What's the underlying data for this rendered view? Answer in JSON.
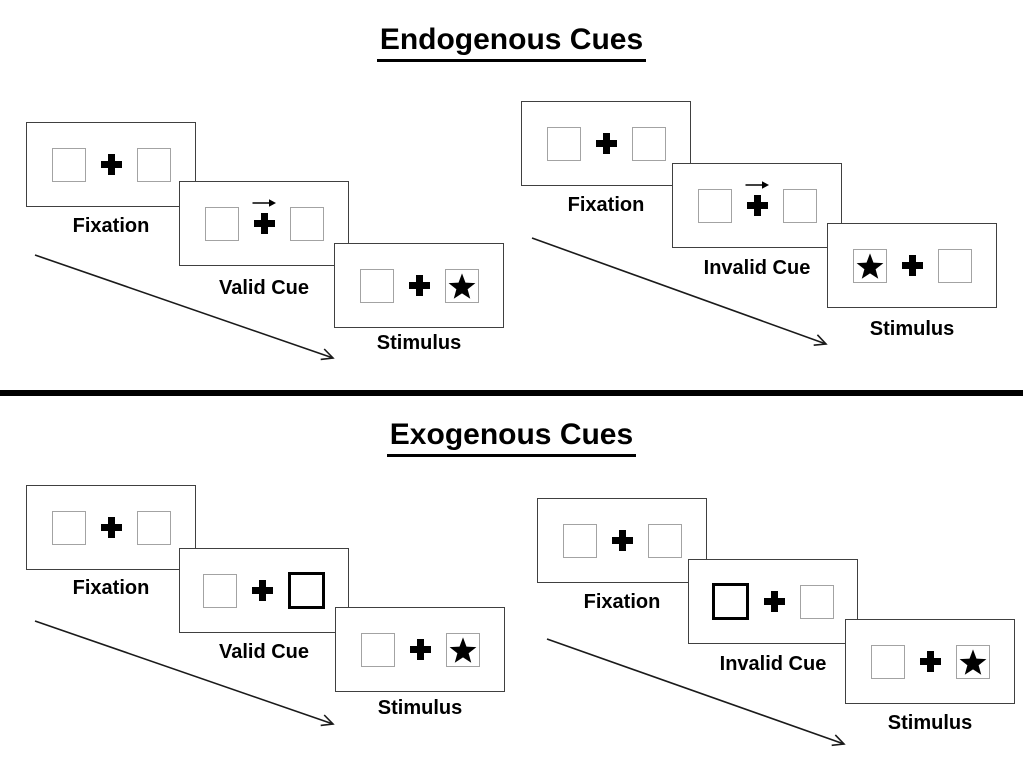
{
  "page": {
    "background": "#ffffff"
  },
  "colors": {
    "ink": "#000000",
    "panel_border": "#404040",
    "placeholder_box_border": "#a3a3a3",
    "divider": "#000000"
  },
  "sections": [
    {
      "title": "Endogenous Cues",
      "trials": [
        {
          "name": "valid",
          "panels": [
            {
              "label": "Fixation",
              "left_box": "empty",
              "center": "plus",
              "right_box": "empty"
            },
            {
              "label": "Valid Cue",
              "left_box": "empty",
              "center": "plus-with-right-arrow-above",
              "right_box": "empty"
            },
            {
              "label": "Stimulus",
              "left_box": "empty",
              "center": "plus",
              "right_box": "star"
            }
          ]
        },
        {
          "name": "invalid",
          "panels": [
            {
              "label": "Fixation",
              "left_box": "empty",
              "center": "plus",
              "right_box": "empty"
            },
            {
              "label": "Invalid Cue",
              "left_box": "empty",
              "center": "plus-with-right-arrow-above",
              "right_box": "empty"
            },
            {
              "label": "Stimulus",
              "left_box": "star",
              "center": "plus",
              "right_box": "empty"
            }
          ]
        }
      ]
    },
    {
      "title": "Exogenous Cues",
      "trials": [
        {
          "name": "valid",
          "panels": [
            {
              "label": "Fixation",
              "left_box": "empty",
              "center": "plus",
              "right_box": "empty"
            },
            {
              "label": "Valid Cue",
              "left_box": "empty",
              "center": "plus",
              "right_box": "thick-outline-box"
            },
            {
              "label": "Stimulus",
              "left_box": "empty",
              "center": "plus",
              "right_box": "star"
            }
          ]
        },
        {
          "name": "invalid",
          "panels": [
            {
              "label": "Fixation",
              "left_box": "empty",
              "center": "plus",
              "right_box": "empty"
            },
            {
              "label": "Invalid Cue",
              "left_box": "thick-outline-box",
              "center": "plus",
              "right_box": "empty"
            },
            {
              "label": "Stimulus",
              "left_box": "empty",
              "center": "plus",
              "right_box": "star"
            }
          ]
        }
      ]
    }
  ]
}
